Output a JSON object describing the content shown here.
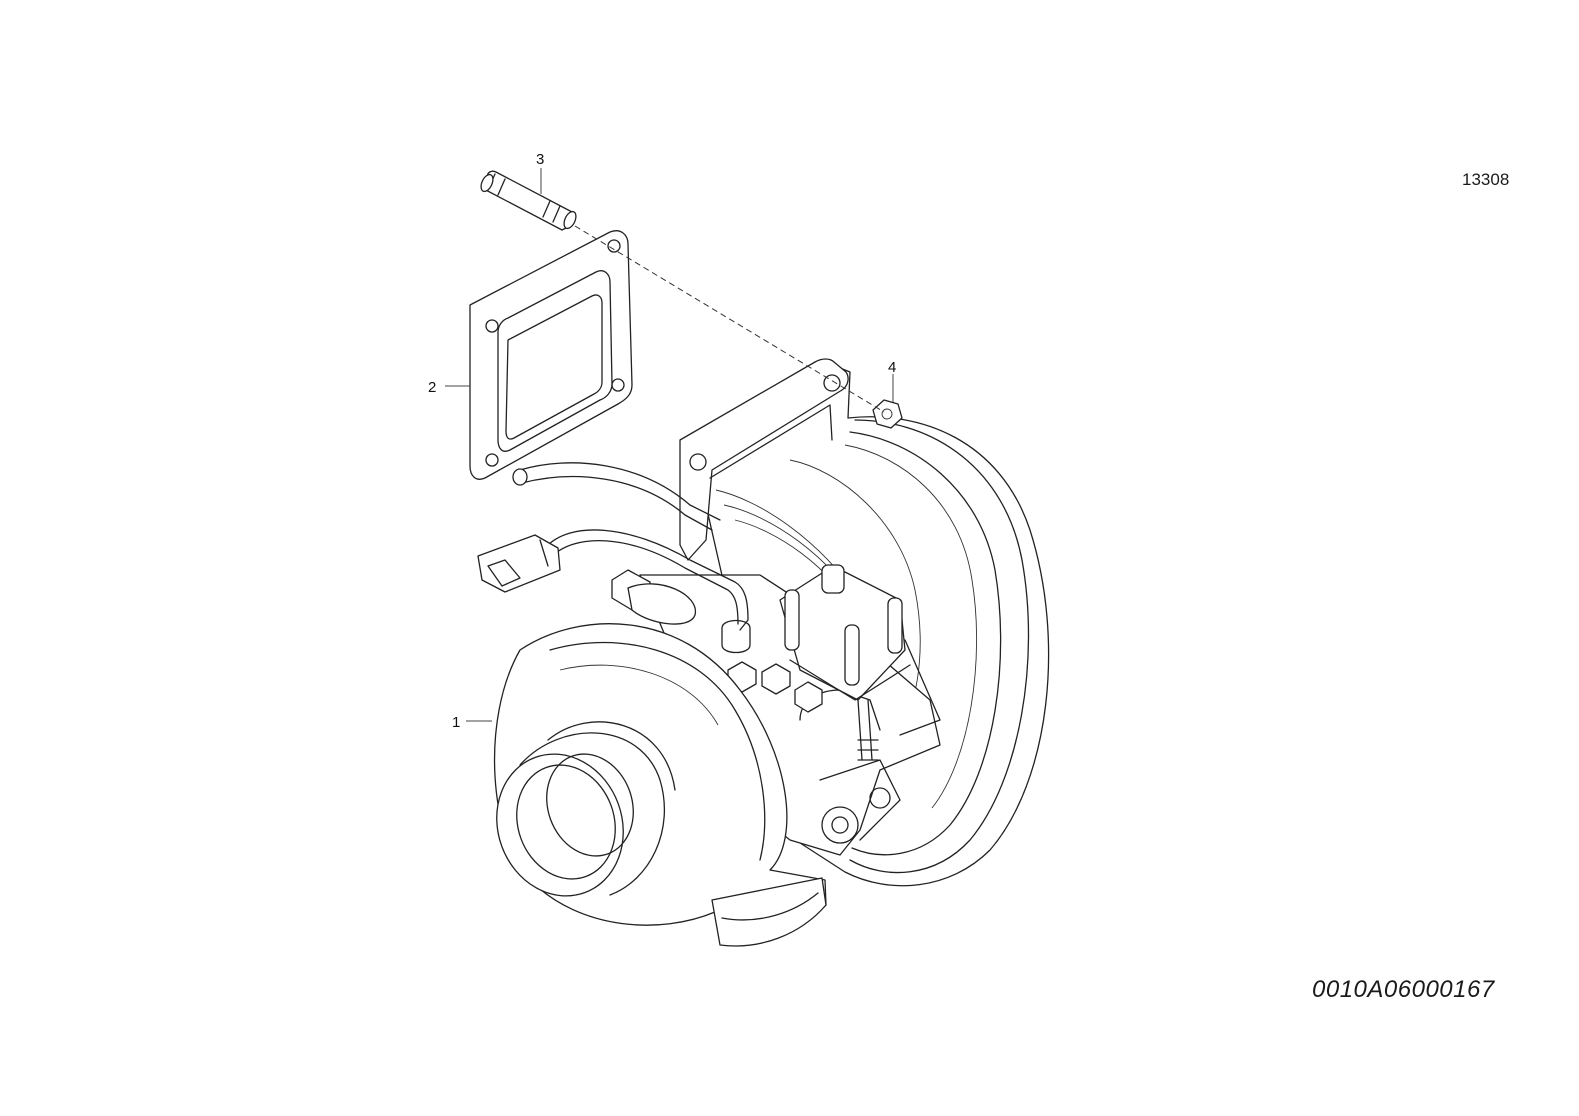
{
  "sheet_number": "13308",
  "drawing_code": "0010A06000167",
  "callouts": [
    {
      "id": "1",
      "label": "1"
    },
    {
      "id": "2",
      "label": "2"
    },
    {
      "id": "3",
      "label": "3"
    },
    {
      "id": "4",
      "label": "4"
    }
  ]
}
